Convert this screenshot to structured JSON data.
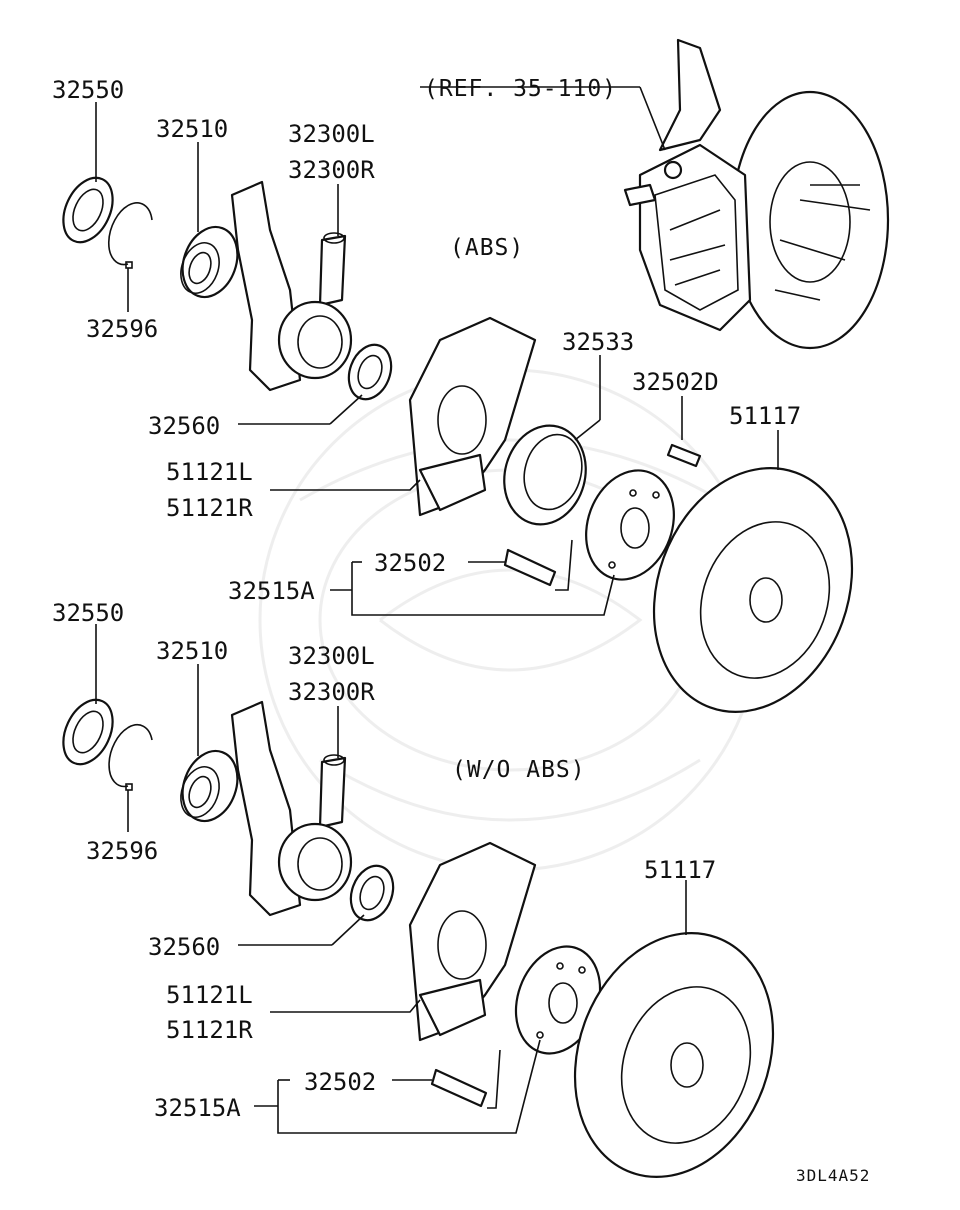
{
  "sections": {
    "abs": "(ABS)",
    "wo_abs": "(W/O ABS)"
  },
  "reference": "(REF. 35-110)",
  "diagram_code": "3DL4A52",
  "labels": {
    "top": {
      "p32550": "32550",
      "p32510": "32510",
      "p32300L": "32300L",
      "p32300R": "32300R",
      "p32596": "32596",
      "p32560": "32560",
      "p32533": "32533",
      "p32502D": "32502D",
      "p51117": "51117",
      "p51121L": "51121L",
      "p51121R": "51121R",
      "p32502": "32502",
      "p32515A": "32515A"
    },
    "bottom": {
      "p32550": "32550",
      "p32510": "32510",
      "p32300L": "32300L",
      "p32300R": "32300R",
      "p32596": "32596",
      "p32560": "32560",
      "p51117": "51117",
      "p51121L": "51121L",
      "p51121R": "51121R",
      "p32502": "32502",
      "p32515A": "32515A"
    }
  }
}
